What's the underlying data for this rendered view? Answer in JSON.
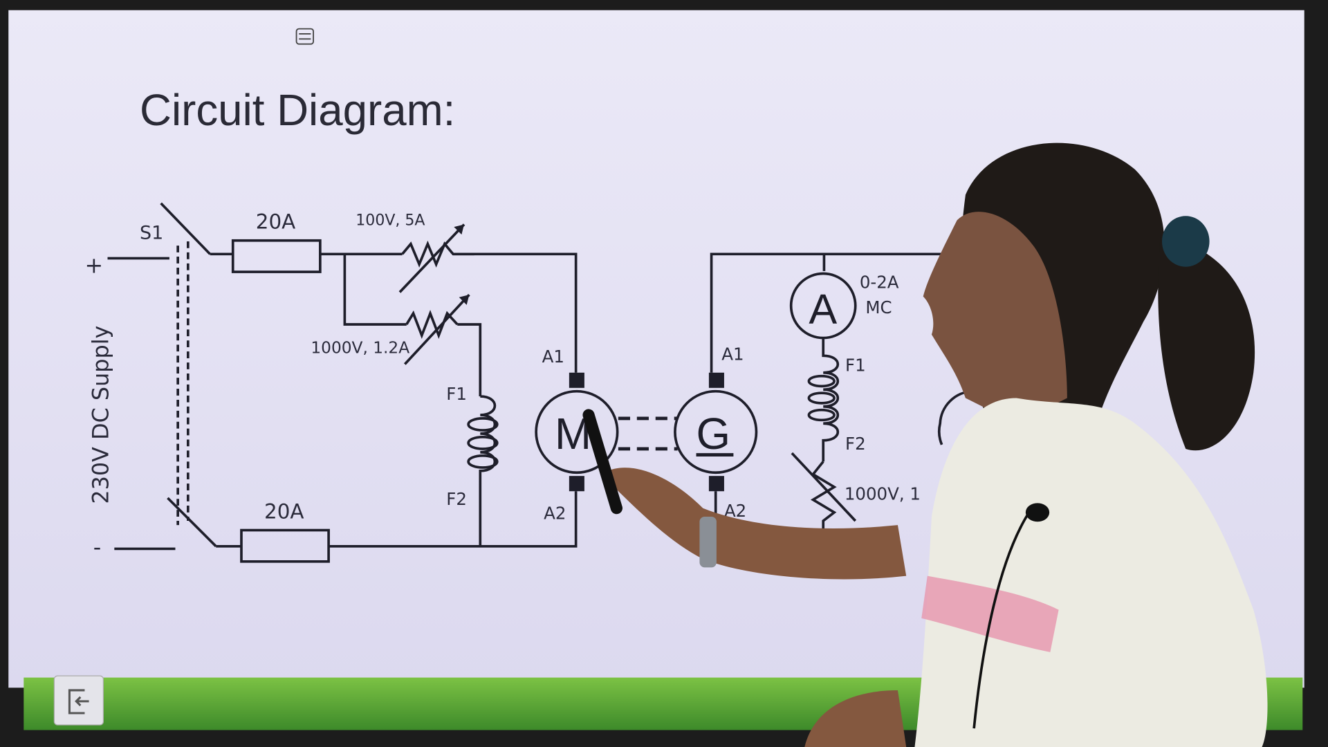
{
  "slide": {
    "title": "Circuit Diagram:",
    "supply_label": "230V DC Supply",
    "plus": "+",
    "minus": "-",
    "switch": "S1",
    "fuse_top": "20A",
    "fuse_bottom": "20A",
    "rheostat_armature": "100V, 5A",
    "rheostat_field": "1000V, 1.2A",
    "motor_field_f1": "F1",
    "motor_field_f2": "F2",
    "motor_a1": "A1",
    "motor_a2": "A2",
    "motor_symbol": "M",
    "generator_symbol": "G",
    "gen_a1": "A1",
    "gen_a2": "A2",
    "ammeter_symbol": "A",
    "ammeter_range": "0-2A",
    "ammeter_type": "MC",
    "gen_field_f1": "F1",
    "gen_field_f2": "F2",
    "gen_rheostat": "1000V, 1"
  },
  "toolbar": {
    "exit_icon": "exit-icon",
    "menu_icon": "menu-icon"
  },
  "colors": {
    "slide_bg": "#e6e4f6",
    "green_bar": "#5aa836",
    "wire": "#1e1e2a"
  }
}
